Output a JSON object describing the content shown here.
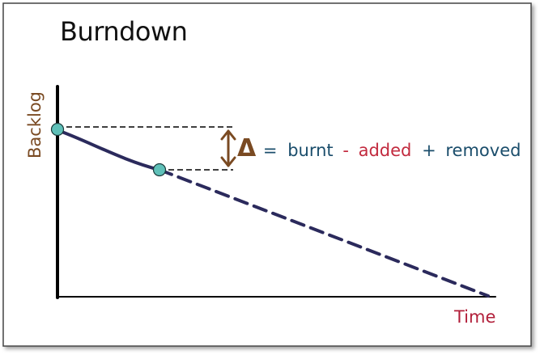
{
  "title": "Burndown",
  "y_axis_label": "Backlog",
  "x_axis_label": "Time",
  "formula": {
    "delta_symbol": "Δ",
    "equals": "=",
    "burnt": "burnt",
    "minus": "-",
    "added": "added",
    "plus": "+",
    "removed": "removed"
  },
  "colors": {
    "line": "#2b2a5c",
    "marker": "#5fc0b8",
    "axis_label": "#7a4a22",
    "time_label": "#b21f3a",
    "delta": "#7a4a22",
    "burnt": "#1a4d6b",
    "added": "#c22a3e",
    "removed": "#1a4d6b"
  }
}
